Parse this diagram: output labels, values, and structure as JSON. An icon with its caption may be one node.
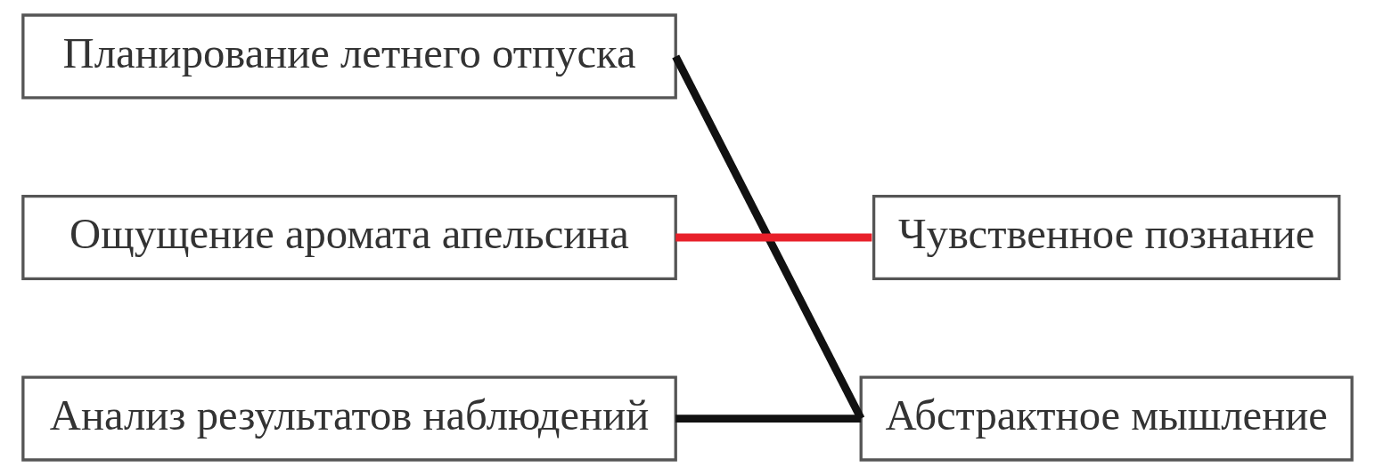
{
  "diagram": {
    "nodes": [
      {
        "text": [
          "Планирование летнего отпуска"
        ]
      },
      {
        "text": [
          "Ощущение аромата апельсина"
        ]
      },
      {
        "text": [
          "Анализ результатов наблюдений"
        ]
      },
      {
        "text": [
          "Чувственное познание"
        ]
      },
      {
        "text": [
          "Абстрактное мышление"
        ]
      }
    ],
    "edges": [
      {
        "from": 0,
        "to": 4,
        "arrow": "none"
      },
      {
        "from": 1,
        "to": 3,
        "arrow": "none",
        "color": "#e8202a"
      },
      {
        "from": 2,
        "to": 4,
        "arrow": "none"
      }
    ]
  }
}
